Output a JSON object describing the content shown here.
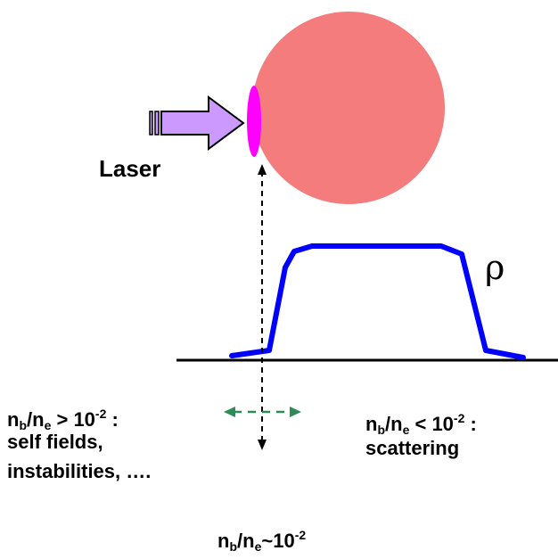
{
  "labels": {
    "laser": "Laser",
    "rho": "ρ",
    "left_condition": {
      "n1": "n",
      "s1": "b",
      "slash": "/n",
      "s2": "e",
      "rel": " > 10",
      "exp": "-2",
      "tail": " :"
    },
    "left_effect_1": "self fields,",
    "left_effect_2": "instabilities, ….",
    "right_condition": {
      "n1": "n",
      "s1": "b",
      "slash": "/n",
      "s2": "e",
      "rel": " < 10",
      "exp": "-2",
      "tail": " :"
    },
    "right_effect": "scattering",
    "bottom_condition": {
      "n1": "n",
      "s1": "b",
      "slash": "/n",
      "s2": "e",
      "rel": "~10",
      "exp": "-2"
    }
  },
  "colors": {
    "sphere": "#F47C7C",
    "focal_spot": "#FF00FF",
    "laser_arrow": "#CC99FF",
    "density_profile": "#0000FF",
    "double_arrow": "#2E8B57",
    "baseline": "#000000"
  }
}
